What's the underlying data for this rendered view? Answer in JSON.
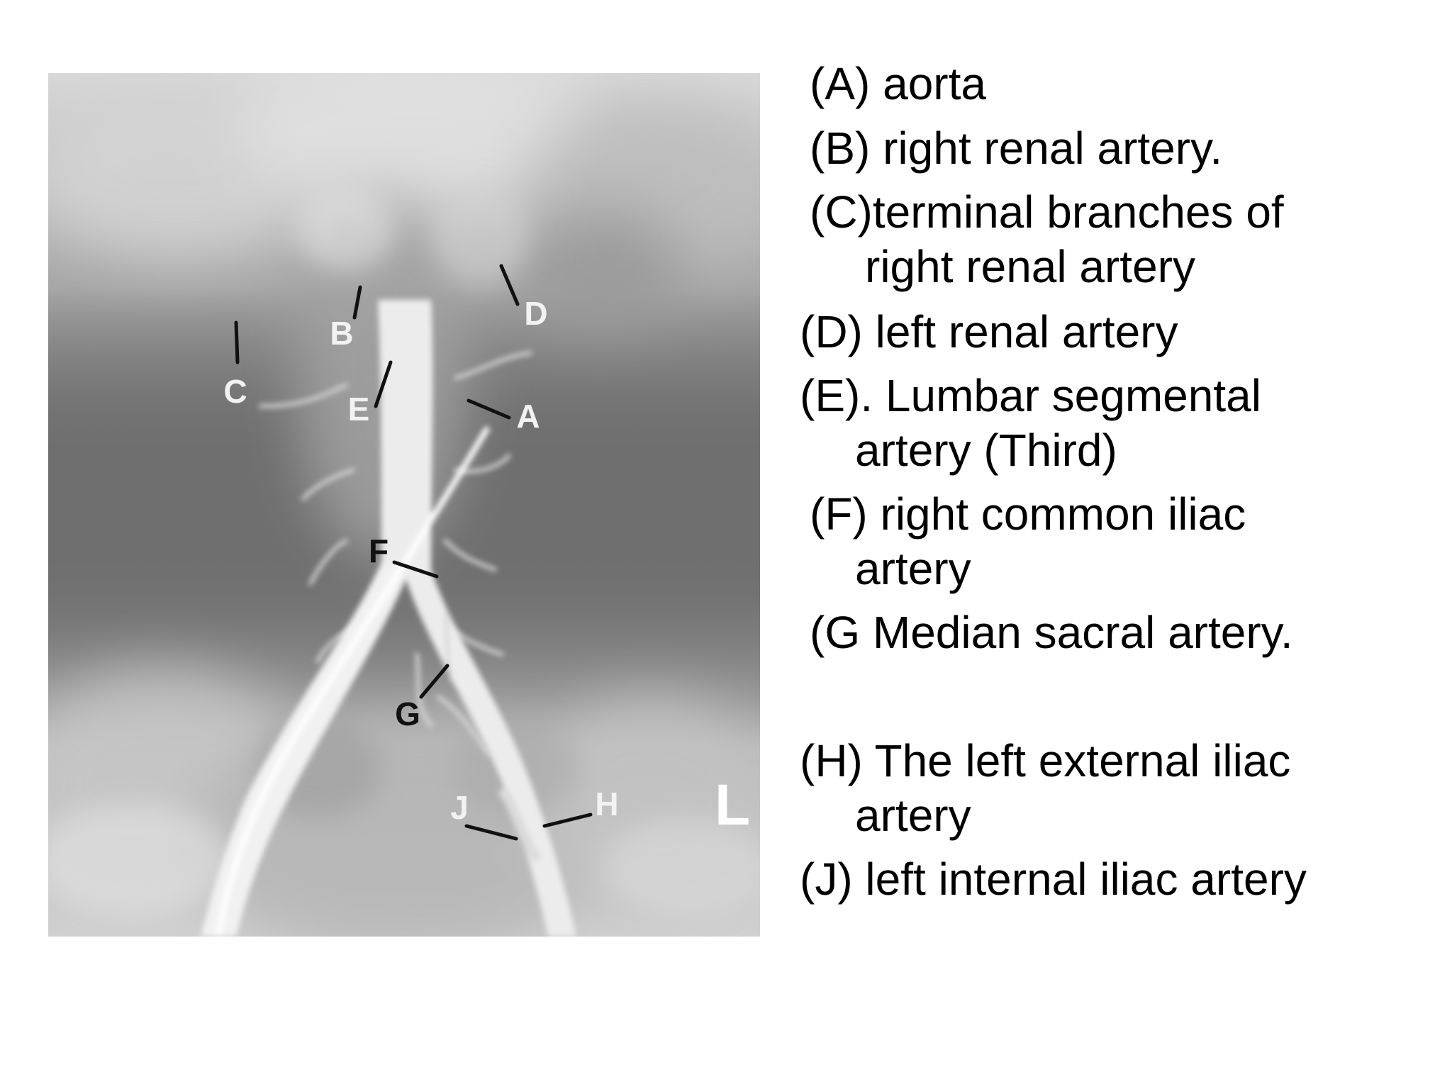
{
  "image": {
    "description_label_letters": [
      "A",
      "B",
      "C",
      "D",
      "E",
      "F",
      "G",
      "H",
      "J",
      "L"
    ],
    "markers": {
      "A": "A",
      "B": "B",
      "C": "C",
      "D": "D",
      "E": "E",
      "F": "F",
      "G": "G",
      "H": "H",
      "J": "J",
      "side": "L"
    }
  },
  "legend": {
    "A": "(A) aorta",
    "B": "(B) right renal artery.",
    "C_line1": "(C)terminal branches of",
    "C_line2": "right renal artery",
    "D": "(D) left renal artery",
    "E_line1": "(E). Lumbar segmental",
    "E_line2": "artery (Third)",
    "F_line1": "(F) right common iliac",
    "F_line2": "artery",
    "G": "(G Median sacral artery.",
    "H_line1": "(H) The left external iliac",
    "H_line2": "artery",
    "J": "(J) left internal iliac artery"
  }
}
